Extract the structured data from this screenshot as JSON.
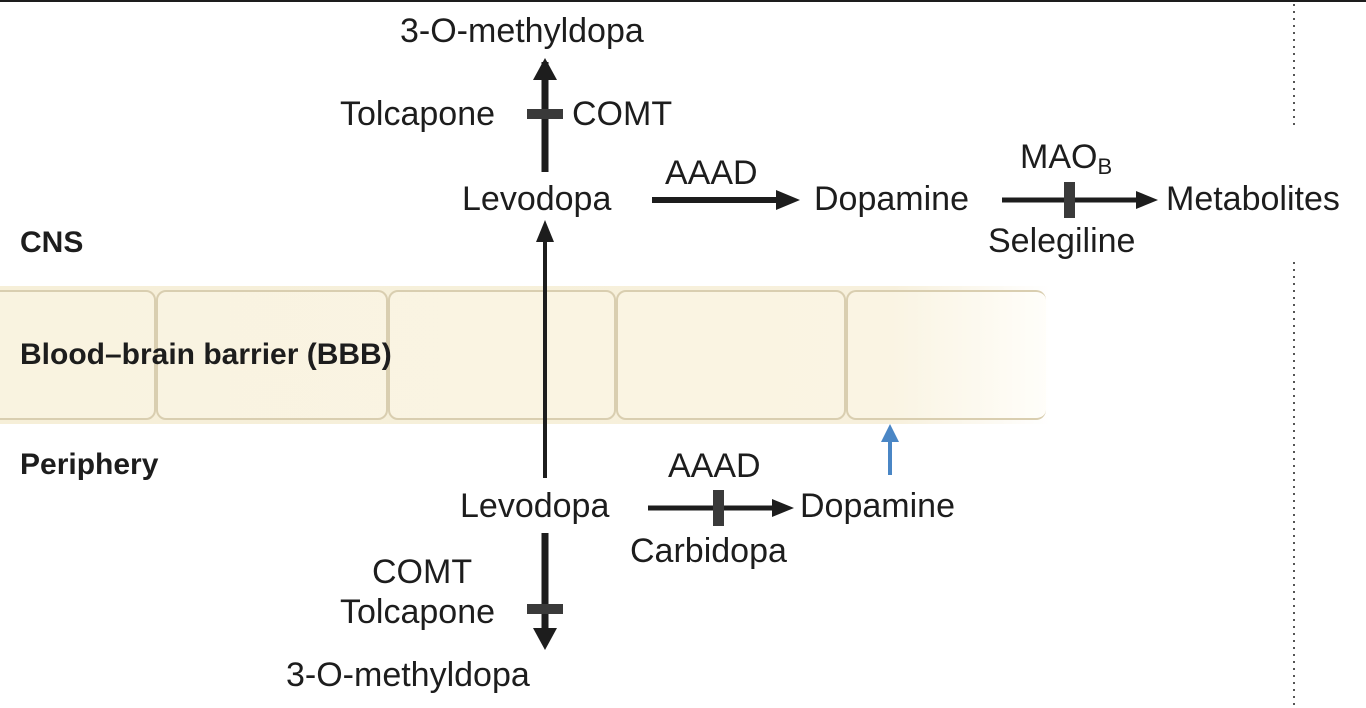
{
  "regions": {
    "cns": "CNS",
    "bbb": "Blood–brain barrier (BBB)",
    "periphery": "Periphery"
  },
  "cns": {
    "top_product": "3-O-methyldopa",
    "inhibitor_left": "Tolcapone",
    "enzyme_comt": "COMT",
    "levodopa": "Levodopa",
    "enzyme_aaad": "AAAD",
    "dopamine": "Dopamine",
    "enzyme_mao": "MAO",
    "enzyme_mao_sub": "B",
    "metabolites": "Metabolites",
    "inhibitor_selegiline": "Selegiline"
  },
  "periphery": {
    "enzyme_aaad": "AAAD",
    "levodopa": "Levodopa",
    "dopamine": "Dopamine",
    "inhibitor_carbidopa": "Carbidopa",
    "enzyme_comt": "COMT",
    "inhibitor_tolcapone": "Tolcapone",
    "bottom_product": "3-O-methyldopa"
  },
  "colors": {
    "ink": "#1d1d1d",
    "barrier_fill": "#f6efd8",
    "barrier_cell_border": "#d9ceb0",
    "blocked_arrow": "#4a86c5",
    "inhibitor_bar": "#3a3a3a"
  }
}
